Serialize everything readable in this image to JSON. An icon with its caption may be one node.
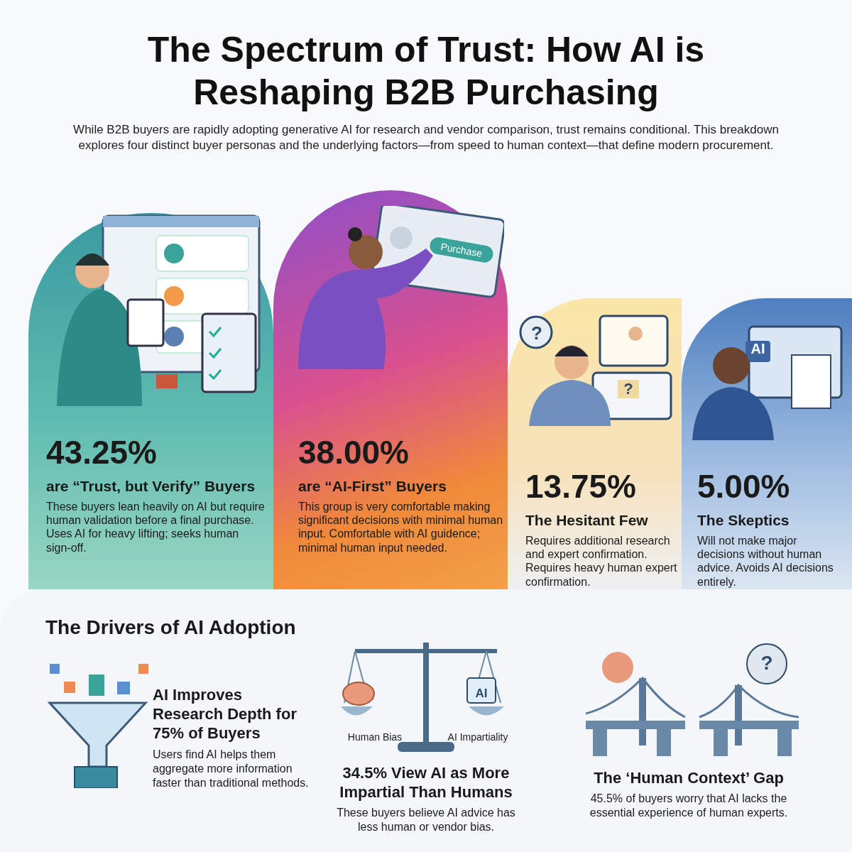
{
  "diagram": {
    "title": "The Spectrum of Trust: How AI is Reshaping B2B Purchasing",
    "caption": "While B2B buyers are rapidly adopting generative AI for research and vendor comparison, trust remains conditional. This breakdown explores four distinct buyer personas and the underlying factors—from speed to human context—that define modern procurement.",
    "nodes": [
      {
        "text": [
          "43.25%",
          "are “Trust, but Verify” Buyers",
          "These buyers lean heavily on AI but require human validation before a final purchase. Uses AI for heavy lifting; seeks human sign-off."
        ]
      },
      {
        "text": [
          "38.00%",
          "are “AI-First” Buyers",
          "This group is very comfortable making significant decisions with minimal human input. Comfortable with AI guidence; minimal human input needed."
        ]
      },
      {
        "text": [
          "13.75%",
          "The Hesitant Few",
          "Requires additional research and expert confirmation. Requires heavy human expert confirmation."
        ]
      },
      {
        "text": [
          "5.00%",
          "The Skeptics",
          "Will not make major decisions without human advice. Avoids AI decisions entirely."
        ]
      },
      {
        "text": [
          "The Drivers of AI Adoption"
        ]
      }
    ],
    "edges": [],
    "labels": [
      "Purchase",
      "?",
      "?",
      "AI",
      "AI Improves Research Depth for 75% of Buyers",
      "Users find AI helps them aggregate more information faster than traditional methods.",
      "Human Bias",
      "AI",
      "AI Impartiality",
      "34.5% View AI as More Impartial Than Humans",
      "These buyers believe AI advice has less human or vendor bias.",
      "?",
      "The ‘Human Context’ Gap",
      "45.5% of buyers worry that AI lacks the essential experience of human experts."
    ]
  }
}
